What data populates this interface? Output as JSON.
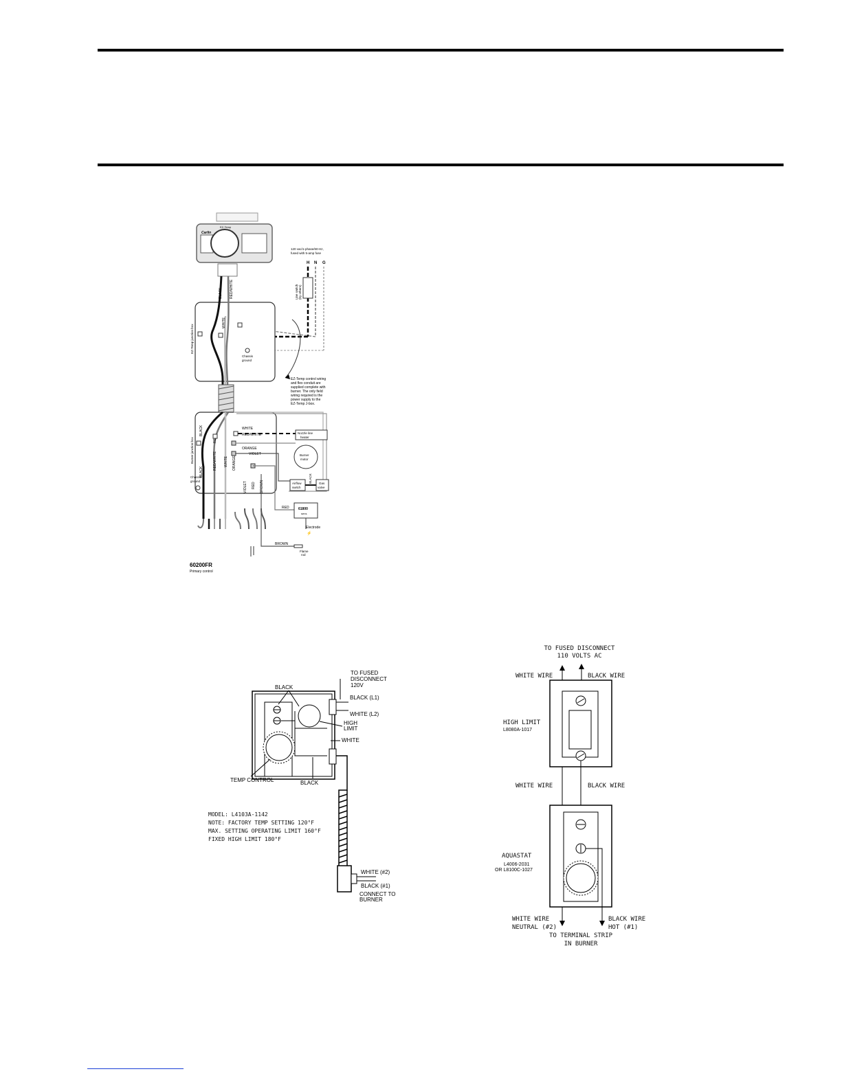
{
  "wiring_ez_temp": {
    "power_note_line1": "120 vac/1-phase/60-Hz,",
    "power_note_line2": "fused with 5-amp fuse",
    "terminal_h": "H",
    "terminal_n": "N",
    "terminal_g": "G",
    "line_switch_line1": "Line switch",
    "line_switch_line2": "(by others)",
    "ez_junction_box": "EZ-Temp junction box",
    "burner_junction_box": "Burner junction box",
    "chassis_ground_1a": "Chassis",
    "chassis_ground_1b": "ground",
    "chassis_ground_2a": "Chassis",
    "chassis_ground_2b": "ground",
    "brand": "Carlin",
    "model_small": "EZ-Temp",
    "note_line1": "EZ-Temp control wiring",
    "note_line2": "and flex conduit are",
    "note_line3": "supplied complete with",
    "note_line4": "burner. The only field",
    "note_line5": "wiring required is the",
    "note_line6": "power supply to the",
    "note_line7": "EZ-Temp J-box.",
    "wire_black": "BLACK",
    "wire_red_white": "RED/WHITE",
    "wire_white": "WHITE",
    "wire_red": "RED",
    "wire_orange": "ORANGE",
    "wire_violet": "VIOLET",
    "wire_brown": "BROWN",
    "nozzle_heater_1": "Nozzle line",
    "nozzle_heater_2": "heater",
    "burner_motor_1": "Burner",
    "burner_motor_2": "motor",
    "airflow_switch_1": "Airflow",
    "airflow_switch_2": "switch",
    "gas_valve_1": "Gas",
    "gas_valve_2": "valve",
    "control_box_1": "61800",
    "control_box_2": "sens",
    "electrode": "Electrode",
    "flame_rod_1": "Flame",
    "flame_rod_2": "rod",
    "primary_model": "60200FR",
    "primary_label": "Primary control"
  },
  "wiring_l4103": {
    "to_fused_1": "TO FUSED",
    "to_fused_2": "DISCONNECT",
    "to_fused_3": "120V",
    "black_top": "BLACK",
    "black_l1": "BLACK (L1)",
    "white_l2": "WHITE (L2)",
    "high_limit_1": "HIGH",
    "high_limit_2": "LIMIT",
    "white_mid": "WHITE",
    "temp_control": "TEMP CONTROL",
    "black_bottom": "BLACK",
    "note_1": "MODEL: L4103A-1142",
    "note_2": "NOTE:  FACTORY TEMP SETTING 120°F",
    "note_3": "MAX. SETTING OPERATING LIMIT 160°F",
    "note_4": "FIXED HIGH LIMIT 180°F",
    "white_2": "WHITE (#2)",
    "black_1": "BLACK (#1)",
    "connect_1": "CONNECT TO",
    "connect_2": "BURNER"
  },
  "wiring_aquastat": {
    "top_1": "TO FUSED DISCONNECT",
    "top_2": "110 VOLTS AC",
    "white_wire_top": "WHITE WIRE",
    "black_wire_top": "BLACK WIRE",
    "high_limit": "HIGH LIMIT",
    "high_limit_model": "L8080A-1017",
    "white_wire_mid": "WHITE WIRE",
    "black_wire_mid": "BLACK WIRE",
    "aquastat": "AQUASTAT",
    "aquastat_model_1": "L4006-2031",
    "aquastat_model_2": "OR L8100C-1027",
    "white_wire_bot": "WHITE WIRE",
    "neutral": "NEUTRAL (#2)",
    "black_wire_bot": "BLACK WIRE",
    "hot": "HOT (#1)",
    "bottom_1": "TO TERMINAL STRIP",
    "bottom_2": "IN BURNER"
  }
}
